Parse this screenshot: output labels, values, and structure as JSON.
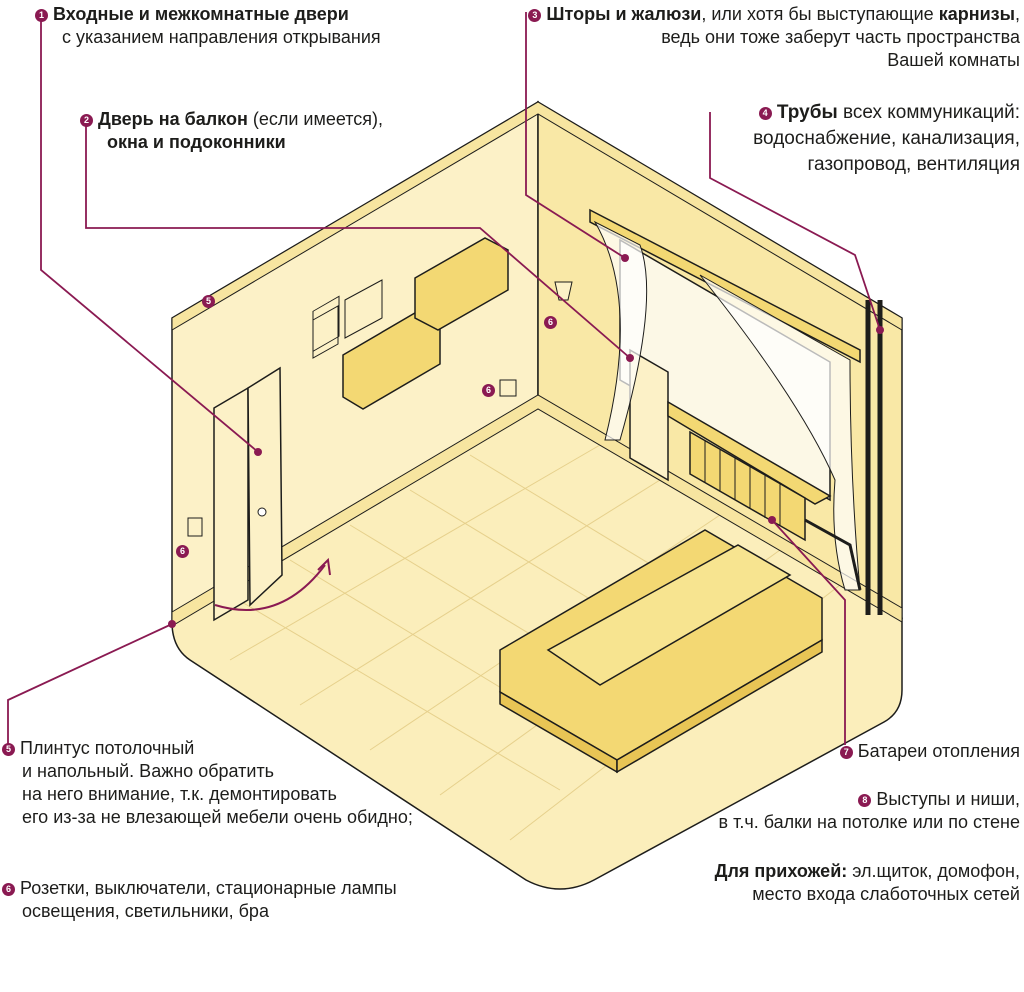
{
  "notes": [
    {
      "num": "1",
      "bold": "Входные и межкомнатные двери",
      "rest": "",
      "line2": "с указанием направления открывания",
      "line3": ""
    },
    {
      "num": "2",
      "bold": "Дверь на балкон",
      "rest": " (если имеется),",
      "line2": "окна и подоконники",
      "line3": ""
    },
    {
      "num": "3",
      "bold": "Шторы и жалюзи",
      "mid": ", или хотя бы выступающие ",
      "bold2": "карнизы",
      "tail": ",",
      "line2": "ведь они тоже заберут часть пространства",
      "line3": "Вашей комнаты"
    },
    {
      "num": "4",
      "bold": "Трубы",
      "rest": " всех коммуникаций:",
      "line2": "водоснабжение, канализация,",
      "line3": "газопровод, вентиляция"
    },
    {
      "num": "5",
      "line1": "Плинтус потолочный",
      "line2": "и напольный. Важно обратить",
      "line3": "на него внимание, т.к. демонтировать",
      "line4": "его из-за не влезающей мебели очень обидно;"
    },
    {
      "num": "6",
      "line1": "Розетки, выключатели, стационарные лампы",
      "line2": "освещения, светильники, бра"
    },
    {
      "num": "7",
      "line1": "Батареи отопления"
    },
    {
      "num": "8",
      "line1": "Выступы и ниши,",
      "line2": "в т.ч. балки на потолке или по стене"
    }
  ],
  "hallway": {
    "bold": "Для прихожей:",
    "rest": " эл.щиток, домофон,",
    "line2": "место входа слаботочных сетей"
  },
  "colors": {
    "accent": "#8a1a52",
    "wall_light": "#fcf1c7",
    "wall_shade": "#f9e8a6",
    "floor": "#fbeebb",
    "furniture": "#f3d873",
    "outline": "#1d1d1b"
  }
}
